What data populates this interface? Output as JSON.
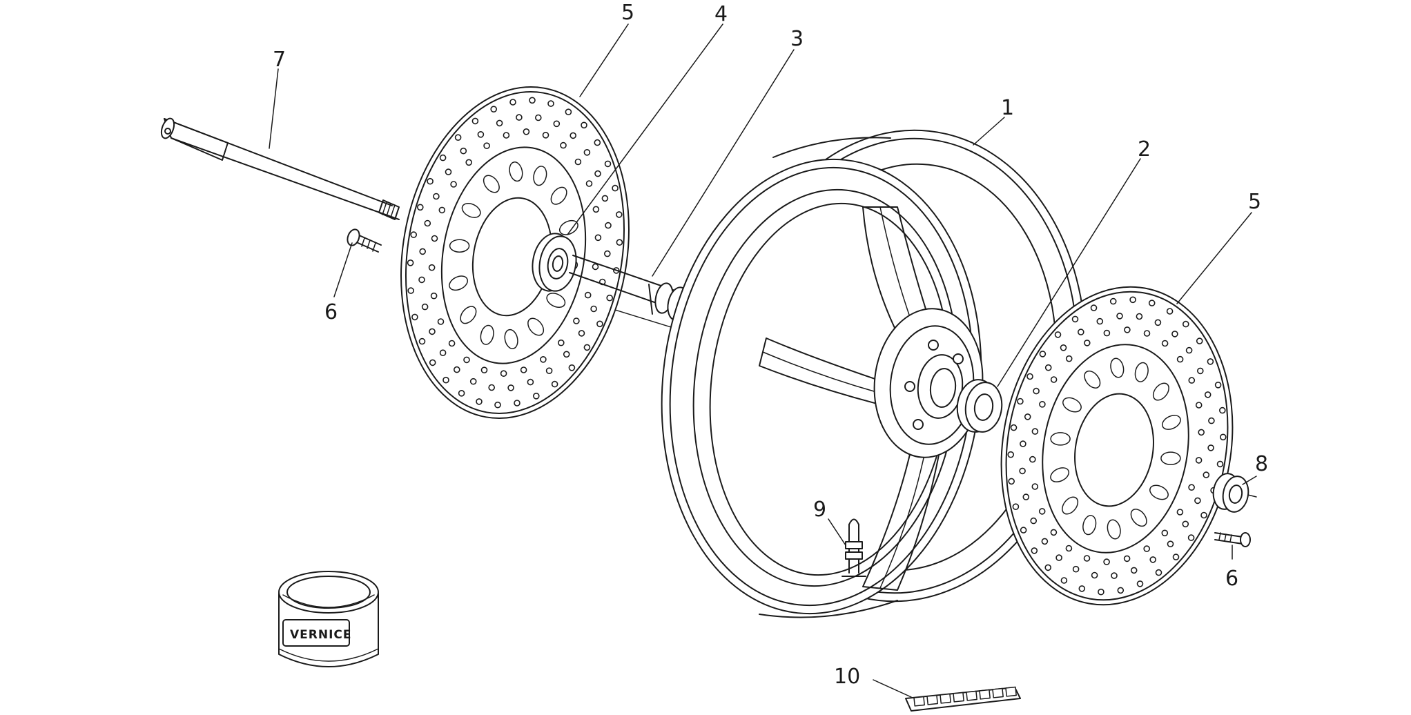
{
  "callouts": [
    {
      "id": "1",
      "text": "1"
    },
    {
      "id": "2",
      "text": "2"
    },
    {
      "id": "3",
      "text": "3"
    },
    {
      "id": "4",
      "text": "4"
    },
    {
      "id": "5a",
      "text": "5"
    },
    {
      "id": "5b",
      "text": "5"
    },
    {
      "id": "6a",
      "text": "6"
    },
    {
      "id": "6b",
      "text": "6"
    },
    {
      "id": "7",
      "text": "7"
    },
    {
      "id": "8",
      "text": "8"
    },
    {
      "id": "9",
      "text": "9"
    },
    {
      "id": "10",
      "text": "10"
    }
  ],
  "paint_can": {
    "label": "VERNICE"
  },
  "colors": {
    "ink": "#1a1a1a",
    "paper": "#ffffff"
  }
}
